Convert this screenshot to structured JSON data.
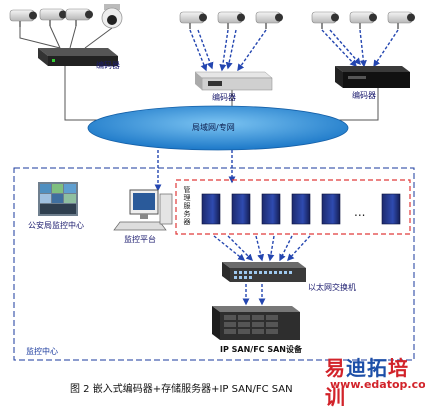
{
  "labels": {
    "encoder_left": "编码器",
    "encoder_mid": "编码器",
    "encoder_right": "编码器",
    "lan": "局域网/专网",
    "police_center": "公安局监控中心",
    "monitor_platform": "监控平台",
    "management_server": "管理服务器",
    "ellipsis": "...",
    "ethernet_switch": "以太网交换机",
    "storage": "IP SAN/FC SAN设备",
    "monitor_center": "监控中心"
  },
  "caption": "图 2   嵌入式编码器+存储服务器+IP SAN/FC SAN",
  "watermark": {
    "text_parts": [
      "易",
      "迪",
      "拓",
      "培",
      "训"
    ],
    "url": "www.edatop.com"
  },
  "colors": {
    "lan_fill": "#2f8fd8",
    "dashed_border": "#1a3a9e",
    "server_border": "#e03a3a",
    "arrow": "#2446b0"
  }
}
